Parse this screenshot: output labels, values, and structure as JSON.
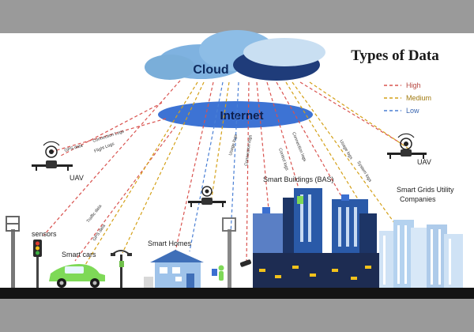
{
  "diagram": {
    "title": "Types of Data",
    "cloud_label": "Cloud",
    "internet_label": "Internet",
    "legend": [
      {
        "label": "High",
        "color": "#d9534f"
      },
      {
        "label": "Medium",
        "color": "#d4a017"
      },
      {
        "label": "Low",
        "color": "#4a7fd4"
      }
    ],
    "nodes": {
      "uav_left": "UAV",
      "uav_right": "UAV",
      "sensors": "sensors",
      "smart_cars": "Smart cars",
      "smart_homes": "Smart Homes",
      "smart_buildings": "Smart Buildings (BAS)",
      "smart_grids_line1": "Smart Grids Utility",
      "smart_grids_line2": "Companies"
    },
    "link_labels": {
      "gps_data_uav": "GPS data",
      "connection_logs_uav": "Connection Logs",
      "flight_logs": "Flight Logs",
      "traffic_data": "Traffic data",
      "gps_data_car": "GPS data",
      "usage_logs_home": "Usage logs",
      "connection_logs_home": "Connection logs",
      "control_logs": "Control logs",
      "connection_logs_bldg": "Connection logs",
      "usage_logs_grid": "Usage logs",
      "system_logs": "System logs"
    }
  }
}
